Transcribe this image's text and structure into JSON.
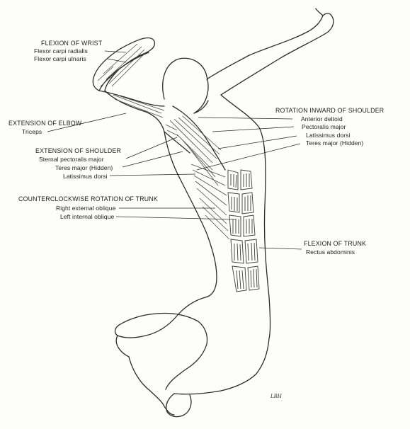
{
  "figure": {
    "wrist": {
      "header": "FLEXION OF WRIST",
      "muscles": [
        "Flexor carpi radialis",
        "Flexor carpi ulnaris"
      ]
    },
    "elbow": {
      "header": "EXTENSION OF ELBOW",
      "muscles": [
        "Triceps"
      ]
    },
    "shoulder_extension": {
      "header": "EXTENSION OF SHOULDER",
      "muscles": [
        "Sternal pectoralis major",
        "Teres major (Hidden)",
        "Latissimus dorsi"
      ]
    },
    "trunk_rotation": {
      "header": "COUNTERCLOCKWISE ROTATION OF TRUNK",
      "muscles": [
        "Right external oblique",
        "Left internal oblique"
      ]
    },
    "shoulder_rotation": {
      "header": "ROTATION INWARD OF SHOULDER",
      "muscles": [
        "Anterior deltoid",
        "Pectoralis major",
        "Latissimus dorsi",
        "Teres major (Hidden)"
      ]
    },
    "trunk_flexion": {
      "header": "FLEXION OF TRUNK",
      "muscles": [
        "Rectus abdominis"
      ]
    },
    "signature": "LBH"
  }
}
